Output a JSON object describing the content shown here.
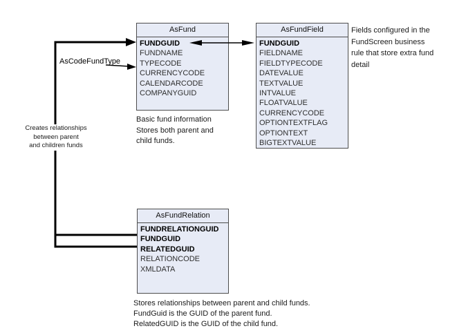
{
  "diagram": {
    "tables": {
      "asfund": {
        "title": "AsFund",
        "fields": [
          {
            "name": "FUNDGUID",
            "key": true
          },
          {
            "name": "FUNDNAME",
            "key": false
          },
          {
            "name": "TYPECODE",
            "key": false
          },
          {
            "name": "CURRENCYCODE",
            "key": false
          },
          {
            "name": "CALENDARCODE",
            "key": false
          },
          {
            "name": "COMPANYGUID",
            "key": false
          }
        ],
        "caption": "Basic fund information\nStores both parent and\nchild funds."
      },
      "asfundfield": {
        "title": "AsFundField",
        "fields": [
          {
            "name": "FUNDGUID",
            "key": true
          },
          {
            "name": "FIELDNAME",
            "key": false
          },
          {
            "name": "FIELDTYPECODE",
            "key": false
          },
          {
            "name": "DATEVALUE",
            "key": false
          },
          {
            "name": "TEXTVALUE",
            "key": false
          },
          {
            "name": "INTVALUE",
            "key": false
          },
          {
            "name": "FLOATVALUE",
            "key": false
          },
          {
            "name": "CURRENCYCODE",
            "key": false
          },
          {
            "name": "OPTIONTEXTFLAG",
            "key": false
          },
          {
            "name": "OPTIONTEXT",
            "key": false
          },
          {
            "name": "BIGTEXTVALUE",
            "key": false
          }
        ],
        "note": "Fields configured in the\nFundScreen business\nrule that store extra fund\ndetail"
      },
      "asfundrelation": {
        "title": "AsFundRelation",
        "fields": [
          {
            "name": "FUNDRELATIONGUID",
            "key": true
          },
          {
            "name": "FUNDGUID",
            "key": true
          },
          {
            "name": "RELATEDGUID",
            "key": true
          },
          {
            "name": "RELATIONCODE",
            "key": false
          },
          {
            "name": "XMLDATA",
            "key": false
          }
        ],
        "caption": "Stores relationships between parent and child funds.\nFundGuid is the GUID of the parent fund.\nRelatedGUID is the GUID of the child fund."
      }
    },
    "labels": {
      "ascodefundtype": "AsCodeFundType",
      "creates_relationships": "Creates relationships\nbetween parent\nand children funds"
    },
    "colors": {
      "table_fill": "#e7ebf6",
      "table_border": "#4c4c4c",
      "connector": "#000000",
      "background": "#ffffff"
    }
  }
}
